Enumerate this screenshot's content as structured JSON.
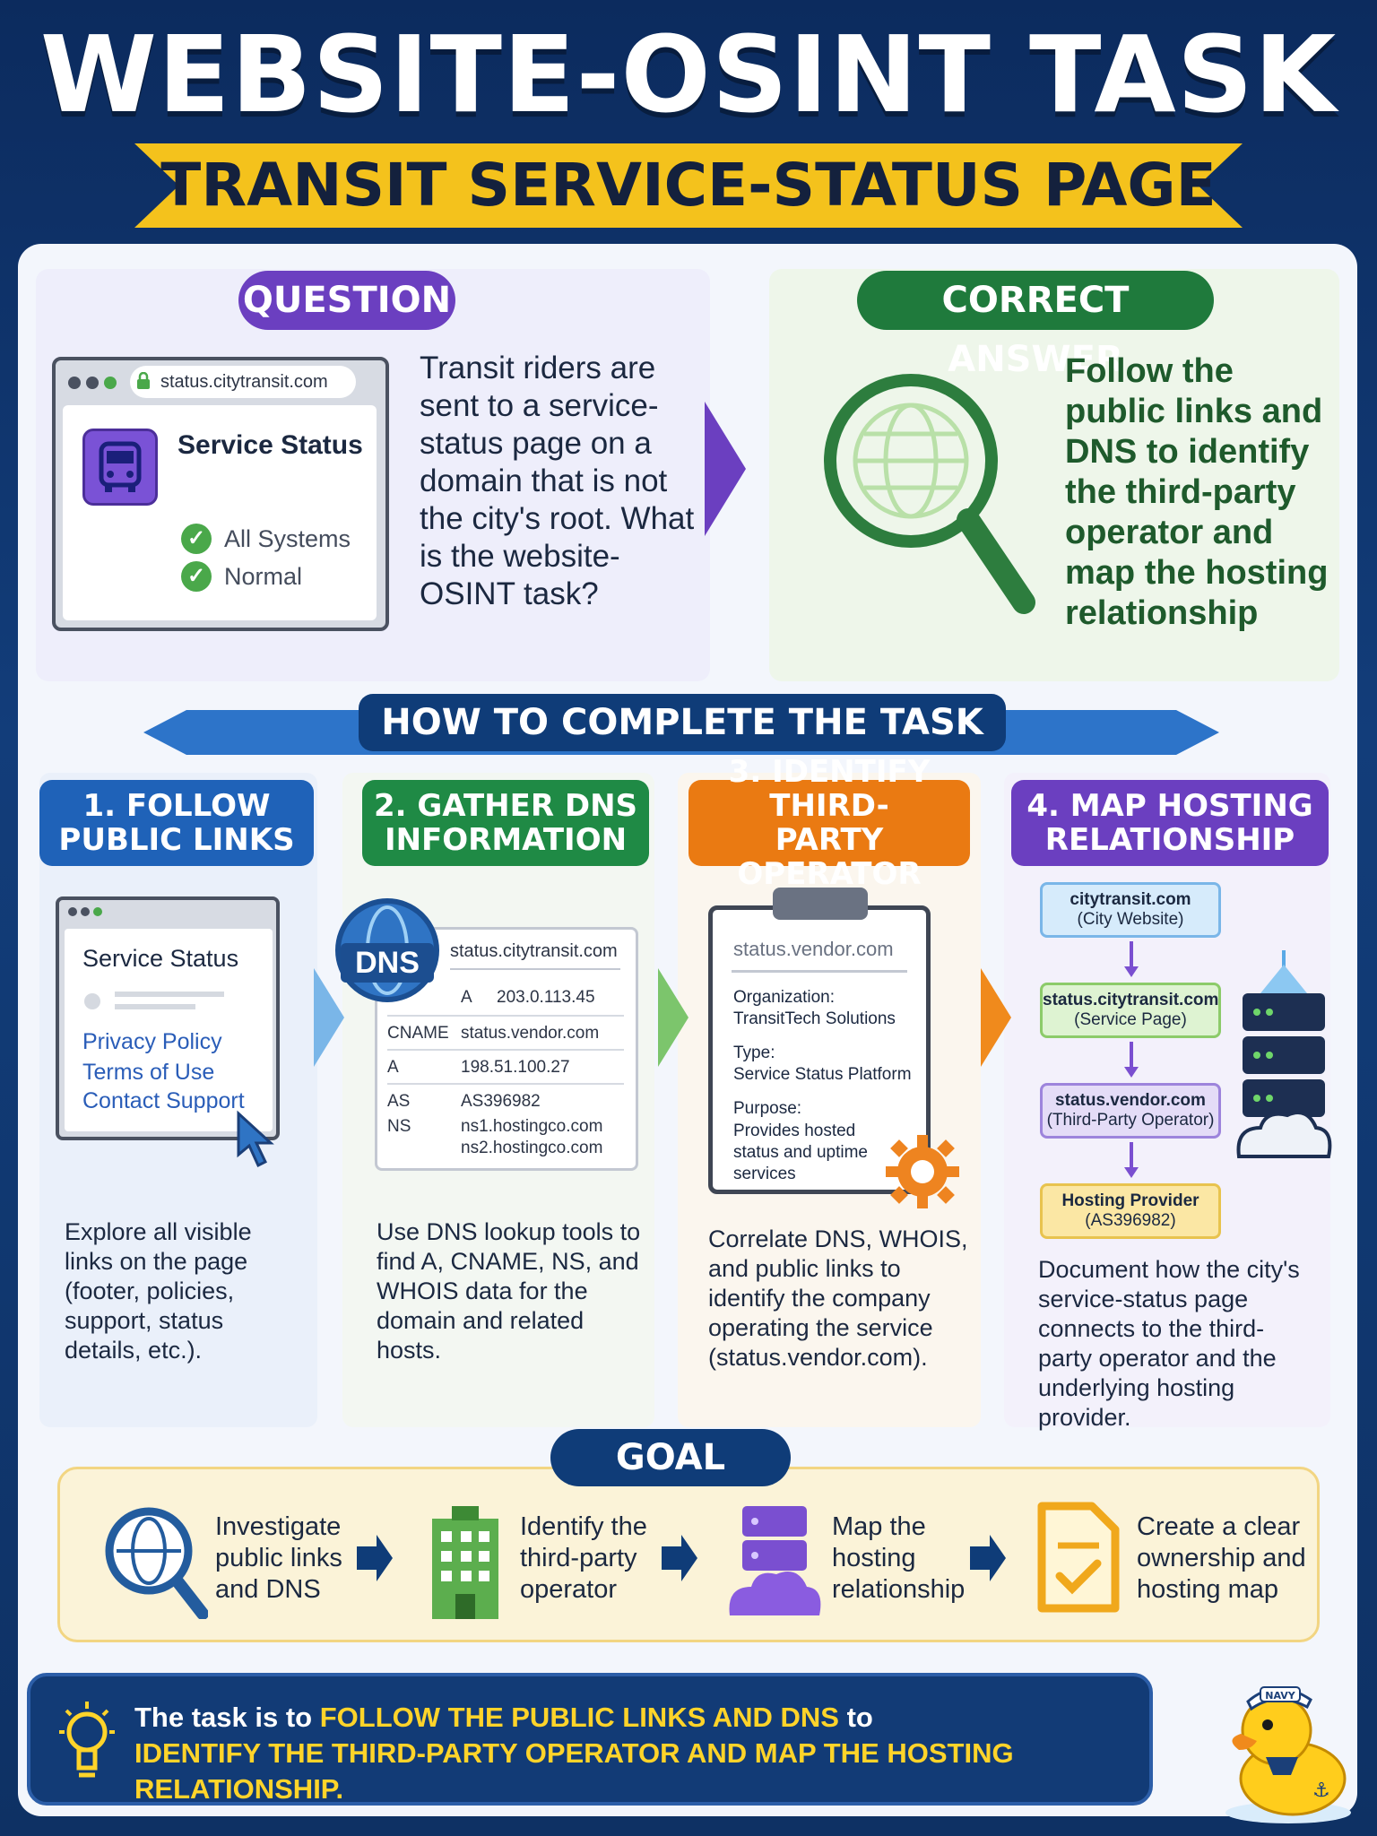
{
  "header": {
    "title": "WEBSITE-OSINT TASK",
    "subtitle": "TRANSIT SERVICE-STATUS PAGE"
  },
  "question": {
    "label": "QUESTION",
    "browser_url": "status.citytransit.com",
    "page_title": "Service Status",
    "status_lines": [
      "All Systems",
      "Normal"
    ],
    "text": "Transit riders are sent to a service-status page on a domain that is not the city's root. What is the website-OSINT task?"
  },
  "answer": {
    "label": "CORRECT ANSWER",
    "text": "Follow the public links and DNS to identify the third-party operator and map the hosting relationship"
  },
  "howto": {
    "label": "HOW TO COMPLETE THE TASK"
  },
  "steps": [
    {
      "title_line1": "1. FOLLOW",
      "title_line2": "PUBLIC LINKS",
      "mock_title": "Service Status",
      "links": [
        "Privacy Policy",
        "Terms of Use",
        "Contact Support"
      ],
      "description": "Explore all visible links on the page (footer, policies, support, status details, etc.)."
    },
    {
      "title_line1": "2. GATHER DNS",
      "title_line2": "INFORMATION",
      "badge": "DNS",
      "domain": "status.citytransit.com",
      "records": [
        {
          "type": "A",
          "value": "203.0.113.45"
        },
        {
          "type": "CNAME",
          "value": "status.vendor.com"
        },
        {
          "type": "A",
          "value": "198.51.100.27"
        },
        {
          "type": "AS",
          "value": "AS396982"
        },
        {
          "type": "NS",
          "value": "ns1.hostingco.com"
        },
        {
          "type": "",
          "value": "ns2.hostingco.com"
        }
      ],
      "description": "Use DNS lookup tools to find A, CNAME, NS, and WHOIS data for the domain and related hosts."
    },
    {
      "title_line1": "3. IDENTIFY THIRD-",
      "title_line2": "PARTY OPERATOR",
      "clip_domain": "status.vendor.com",
      "fields": [
        {
          "label": "Organization:",
          "value": "TransitTech Solutions"
        },
        {
          "label": "Type:",
          "value": "Service Status Platform"
        },
        {
          "label": "Purpose:",
          "value": "Provides hosted status and uptime services"
        }
      ],
      "description": "Correlate DNS, WHOIS, and public links to identify the company operating the service (status.vendor.com)."
    },
    {
      "title_line1": "4. MAP HOSTING",
      "title_line2": "RELATIONSHIP",
      "map_nodes": [
        {
          "name": "citytransit.com",
          "role": "(City Website)"
        },
        {
          "name": "status.citytransit.com",
          "role": "(Service Page)"
        },
        {
          "name": "status.vendor.com",
          "role": "(Third-Party Operator)"
        },
        {
          "name": "Hosting Provider",
          "role": "(AS396982)"
        }
      ],
      "description": "Document how the city's service-status page connects to the third-party operator and the underlying hosting provider."
    }
  ],
  "goal": {
    "label": "GOAL",
    "items": [
      "Investigate public links and DNS",
      "Identify the third-party operator",
      "Map the hosting relationship",
      "Create a clear ownership and hosting map"
    ]
  },
  "summary": {
    "prefix": "The task is to ",
    "highlight1": "FOLLOW THE PUBLIC LINKS AND DNS",
    "middle": " to",
    "highlight2": "IDENTIFY THE THIRD-PARTY OPERATOR AND MAP THE HOSTING RELATIONSHIP."
  },
  "mascot": {
    "hat_text": "NAVY"
  },
  "colors": {
    "background": "#0c2b5e",
    "ribbon": "#f4c21c",
    "question_purple": "#6b3fc0",
    "answer_green": "#1f7a3c",
    "step1_blue": "#1f62b8",
    "step2_green": "#1f8a45",
    "step3_orange": "#ea7a12",
    "step4_purple": "#6b3fc0",
    "highlight_yellow": "#ffd42a"
  }
}
